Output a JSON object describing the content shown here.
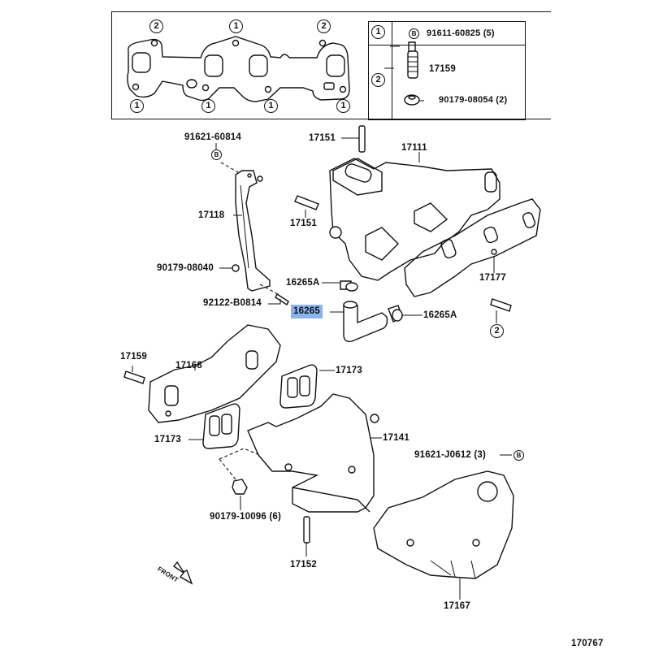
{
  "diagram": {
    "figure_number": "170767",
    "front_label": "FRONT",
    "legend_table": {
      "rows": [
        {
          "key": "1",
          "items": [
            {
              "symbol": "B",
              "part": "91611-60825 (5)"
            }
          ]
        },
        {
          "key": "2",
          "items": [
            {
              "part": "17159"
            },
            {
              "part": "90179-08054 (2)"
            }
          ]
        }
      ]
    },
    "gasket_callouts": {
      "top": [
        "2",
        "1",
        "2"
      ],
      "bottom": [
        "1",
        "1",
        "1",
        "1"
      ]
    },
    "labels": {
      "p91621_60814": "91621-60814",
      "p17151_top": "17151",
      "p17111": "17111",
      "p17118": "17118",
      "p17151_left": "17151",
      "p90179_08040": "90179-08040",
      "p16265A_top": "16265A",
      "p92122_B0814": "92122-B0814",
      "p16265": "16265",
      "p16265A_right": "16265A",
      "p17177": "17177",
      "p17159": "17159",
      "p17168": "17168",
      "p17173_right": "17173",
      "p17173_left": "17173",
      "p17141": "17141",
      "p91621_J0612": "91621-J0612 (3)",
      "p90179_10096": "90179-10096 (6)",
      "p17152": "17152",
      "p17167": "17167"
    },
    "symbols": {
      "bolt_B": "B",
      "key_1": "1",
      "key_2": "2"
    },
    "highlighted_part": "16265",
    "highlight_color": "#8ab4f0"
  }
}
